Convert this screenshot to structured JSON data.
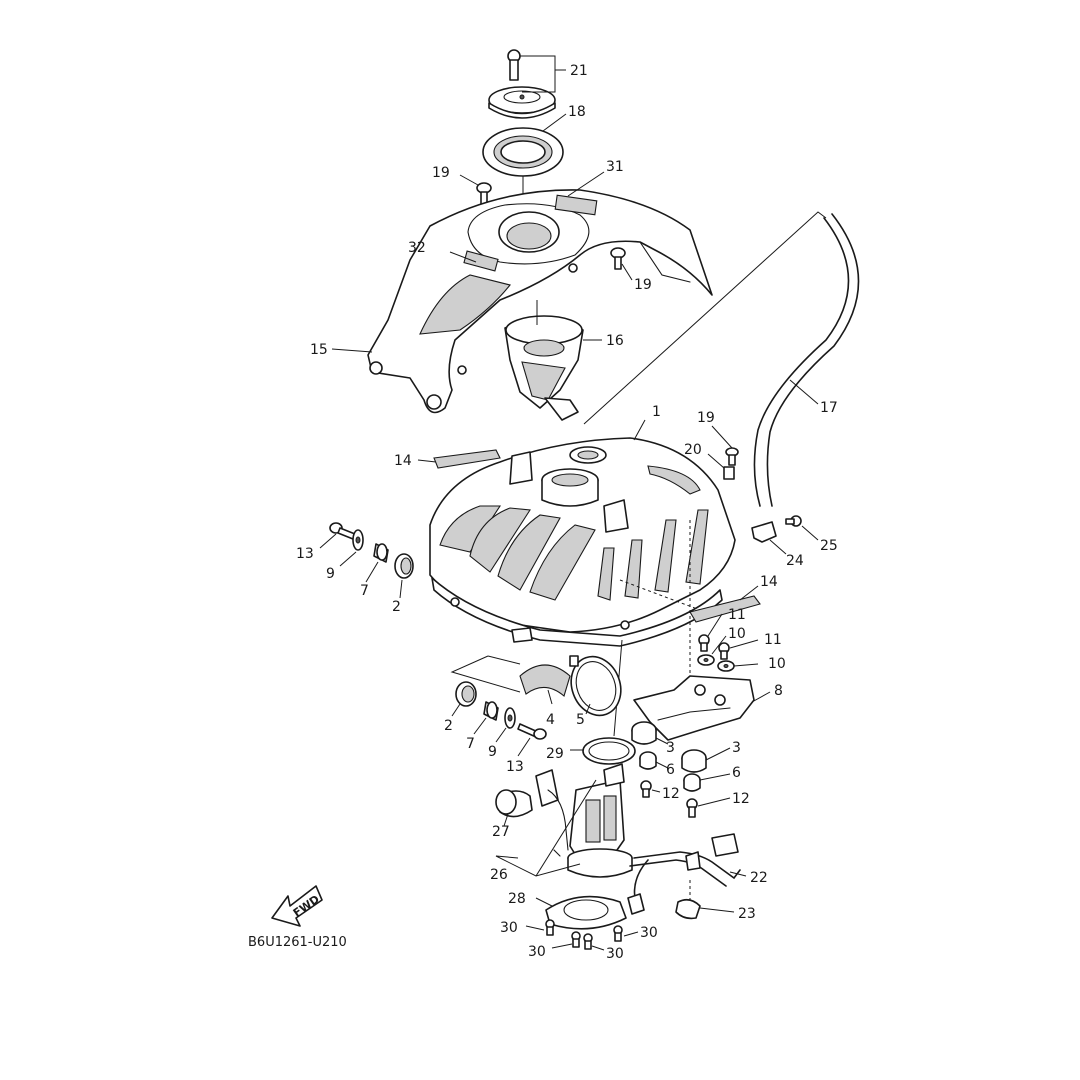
{
  "diagram": {
    "code": "B6U1261-U210",
    "direction_label": "FWD",
    "callouts": [
      {
        "id": "c21",
        "label": "21"
      },
      {
        "id": "c18",
        "label": "18"
      },
      {
        "id": "c19a",
        "label": "19"
      },
      {
        "id": "c31",
        "label": "31"
      },
      {
        "id": "c32",
        "label": "32"
      },
      {
        "id": "c19b",
        "label": "19"
      },
      {
        "id": "c16",
        "label": "16"
      },
      {
        "id": "c15",
        "label": "15"
      },
      {
        "id": "c17",
        "label": "17"
      },
      {
        "id": "c1",
        "label": "1"
      },
      {
        "id": "c19c",
        "label": "19"
      },
      {
        "id": "c20",
        "label": "20"
      },
      {
        "id": "c14a",
        "label": "14"
      },
      {
        "id": "c25",
        "label": "25"
      },
      {
        "id": "c24",
        "label": "24"
      },
      {
        "id": "c13a",
        "label": "13"
      },
      {
        "id": "c9a",
        "label": "9"
      },
      {
        "id": "c7a",
        "label": "7"
      },
      {
        "id": "c2a",
        "label": "2"
      },
      {
        "id": "c14b",
        "label": "14"
      },
      {
        "id": "c11a",
        "label": "11"
      },
      {
        "id": "c10a",
        "label": "10"
      },
      {
        "id": "c11b",
        "label": "11"
      },
      {
        "id": "c10b",
        "label": "10"
      },
      {
        "id": "c8",
        "label": "8"
      },
      {
        "id": "c2b",
        "label": "2"
      },
      {
        "id": "c7b",
        "label": "7"
      },
      {
        "id": "c9b",
        "label": "9"
      },
      {
        "id": "c13b",
        "label": "13"
      },
      {
        "id": "c4",
        "label": "4"
      },
      {
        "id": "c5",
        "label": "5"
      },
      {
        "id": "c29",
        "label": "29"
      },
      {
        "id": "c3a",
        "label": "3"
      },
      {
        "id": "c6a",
        "label": "6"
      },
      {
        "id": "c3b",
        "label": "3"
      },
      {
        "id": "c6b",
        "label": "6"
      },
      {
        "id": "c12a",
        "label": "12"
      },
      {
        "id": "c12b",
        "label": "12"
      },
      {
        "id": "c27",
        "label": "27"
      },
      {
        "id": "c26",
        "label": "26"
      },
      {
        "id": "c22",
        "label": "22"
      },
      {
        "id": "c23",
        "label": "23"
      },
      {
        "id": "c28",
        "label": "28"
      },
      {
        "id": "c30a",
        "label": "30"
      },
      {
        "id": "c30b",
        "label": "30"
      },
      {
        "id": "c30c",
        "label": "30"
      },
      {
        "id": "c30d",
        "label": "30"
      }
    ]
  }
}
